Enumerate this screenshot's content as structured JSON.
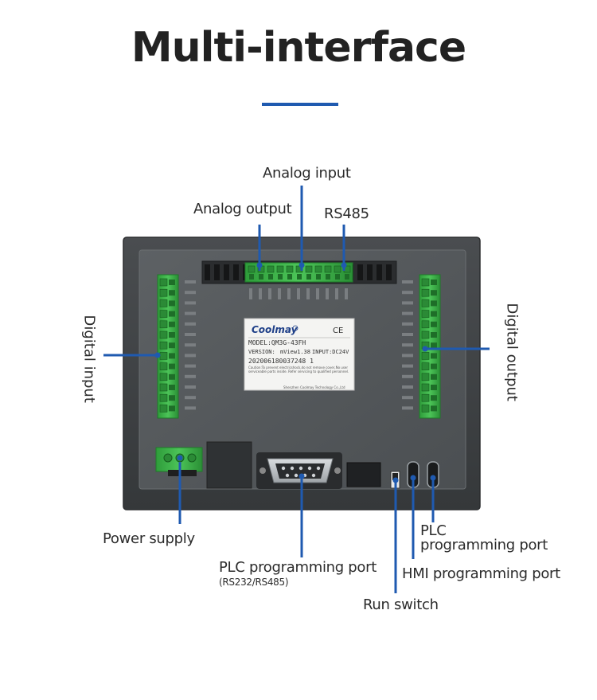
{
  "title": "Multi-interface",
  "labels": {
    "analog_input": "Analog input",
    "analog_output": "Analog output",
    "rs485": "RS485",
    "digital_input": "Digital input",
    "digital_output": "Digital output",
    "power_supply": "Power supply",
    "plc_port_main": "PLC programming port",
    "plc_port_sub": "(RS232/RS485)",
    "plc_short_1": "PLC",
    "plc_short_2": "programming port",
    "hmi_port": "HMI programming port",
    "run_switch": "Run switch"
  },
  "sticker": {
    "brand": "Coolmay",
    "ce": "CE",
    "model": "MODEL:QM3G-43FH",
    "version_label": "VERSION:",
    "version_value": "mView1.38",
    "input": "INPUT:DC24V",
    "serial": "202006180037248 1",
    "caution": "Caution:To prevent electricshock,do not remove cover,No user serviceable parts inside. Refer servicing to qualified personnel.",
    "maker": "Shenzhen Coolmay Technology Co.,Ltd"
  },
  "colors": {
    "accent": "#1f5ab0",
    "device_body": "#3f4244",
    "terminal_green": "#3fb54a"
  }
}
